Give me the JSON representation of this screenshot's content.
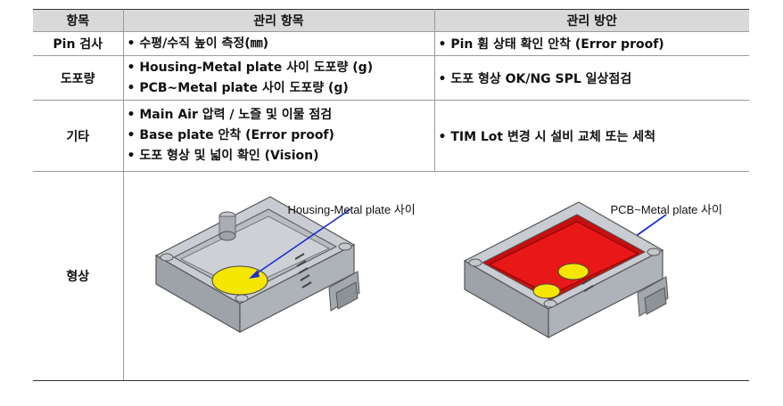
{
  "table": {
    "headers": [
      "항목",
      "관리 항목",
      "관리 방안"
    ],
    "rows": [
      {
        "category": "Pin 검사",
        "items": [
          "• 수평/수직 높이 측정(㎜)"
        ],
        "plans": [
          "• Pin 휨 상태 확인 안착 (Error proof)"
        ]
      },
      {
        "category": "도포량",
        "items": [
          "• Housing-Metal plate 사이 도포량 (g)",
          "• PCB~Metal plate 사이 도포량 (g)"
        ],
        "plans": [
          "• 도포 형상 OK/NG SPL 일상점검"
        ]
      },
      {
        "category": "기타",
        "items": [
          "• Main Air 압력 / 노즐 및 이물 점검",
          "• Base plate 안착 (Error proof)",
          "• 도포 형상 및 넓이 확인 (Vision)"
        ],
        "plans": [
          "• TIM Lot  변경 시 설비 교체 또는 세척"
        ]
      },
      {
        "category": "형상"
      }
    ]
  },
  "figures": {
    "left_callout": "Housing-Metal plate 사이",
    "right_callout": "PCB~Metal plate 사이"
  },
  "colors": {
    "header_bg": "#d9d9d9",
    "housing_gray": "#b9bcc2",
    "tim_yellow": "#f5e600",
    "pcb_red": "#e81818",
    "arrow_blue": "#1a2fd6"
  }
}
